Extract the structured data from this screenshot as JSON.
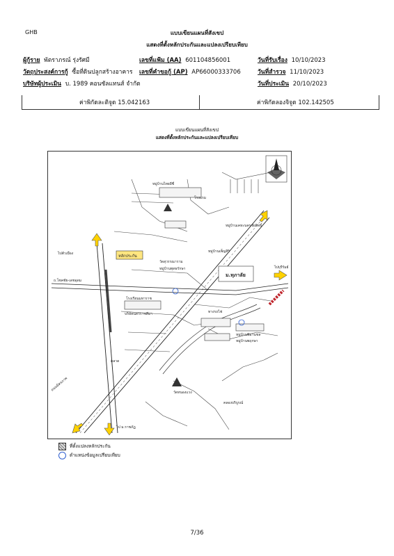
{
  "header": {
    "code": "GHB",
    "title_line1": "แบบเขียนแผนที่สังเขป",
    "title_line2": "แสดงที่ตั้งหลักประกันและแปลงเปรียบเทียบ"
  },
  "info": {
    "borrower_label": "ผู้กู้ราย",
    "borrower_value": "พัตราภรณ์ รุ่งรัศมี",
    "purpose_label": "วัตถุประสงค์การกู้",
    "purpose_value": "ซื้อที่ดินปลูกสร้างอาคาร",
    "appraiser_label": "บริษัทผู้ประเมิน",
    "appraiser_value": "บ. 1989 คอนซัลแทนส์ จำกัด",
    "file_no_label": "เลขที่แฟ้ม (AA)",
    "file_no_value": "601104856001",
    "request_no_label": "เลขที่คำขอกู้ (AP)",
    "request_no_value": "AP66000333706",
    "received_label": "วันที่รับเรื่อง",
    "received_value": "10/10/2023",
    "survey_label": "วันที่สำรวจ",
    "survey_value": "11/10/2023",
    "appraised_label": "วันที่ประเมิน",
    "appraised_value": "20/10/2023"
  },
  "coordinates": {
    "latitude_text": "ค่าพิกัดละติจูด 15.042163",
    "longitude_text": "ค่าพิกัดลองจิจูด 102.142505"
  },
  "map": {
    "title_line1": "แบบเขียนแผนที่สังเขป",
    "title_line2": "แสดงที่ตั้งหลักประกันและแปลงเปรียบเทียบ",
    "collateral_tag": "หลักประกัน",
    "labels": {
      "village_top": "หมู่บ้านไทยอีซี่",
      "market": "โรงแรม",
      "village_right_top": "หมู่บ้านเคหะนครชัยสิทธิ์",
      "village_right2": "หมู่บ้านเพ็ญสิริ",
      "left_arrow_top": "ไปตัวเมือง",
      "left_road": "ถ.โชคชัย-เดชอุดม",
      "school": "โรงเรียนมหาราช",
      "hospital": "บริษัทนครราชสีมา",
      "big_block": "ม.ทุภาลัย",
      "railway": "ทางรถไฟ",
      "bottom_left_road": "ถนนมิตรภาพ",
      "bottom_road": "ไป ม.ราชภัฏ",
      "temple": "วัดหนองแวง",
      "canal": "คลองบริบูรณ์",
      "market_lbl": "ตลาด",
      "village_b1": "หมู่บ้านพิมานชล",
      "village_b2": "หมู่บ้านพฤกษา",
      "right_arrow": "ไปบุรีรัมย์",
      "mini_a": "วัดสุวรรณาราม",
      "mini_b": "หมู่บ้านพุทธรักษา"
    }
  },
  "legend": {
    "collateral_label": "ที่ตั้งแปลงหลักประกัน",
    "comparison_label": "ตำแหน่งข้อมูลเปรียบเทียบ"
  },
  "footer": {
    "page": "7/36"
  }
}
